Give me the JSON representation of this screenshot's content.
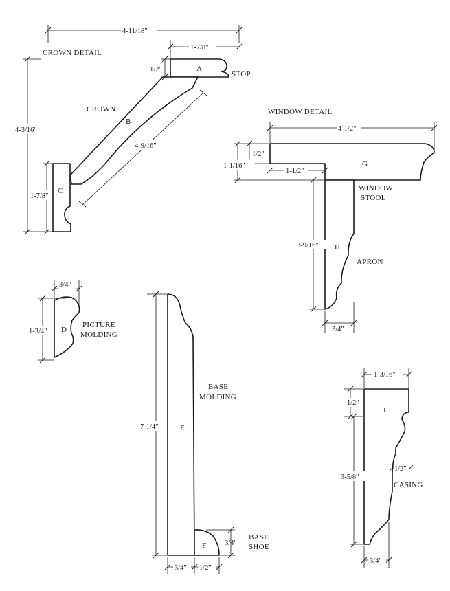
{
  "crown_detail": {
    "title": "CROWN DETAIL",
    "crown_label": "CROWN",
    "stop_label": "STOP",
    "parts": {
      "a": "A",
      "b": "B",
      "c": "C"
    },
    "dims": {
      "overall_width": "4-11/18\"",
      "stop_width": "1-7/8\"",
      "stop_height": "1/2\"",
      "overall_height": "4-3/16\"",
      "crown_length": "4-9/16\"",
      "c_height": "1-7/8\""
    }
  },
  "window_detail": {
    "title": "WINDOW DETAIL",
    "stool_label_1": "WINDOW",
    "stool_label_2": "STOOL",
    "apron_label": "APRON",
    "parts": {
      "g": "G",
      "h": "H"
    },
    "dims": {
      "stool_width": "4-1/2\"",
      "stool_lip": "1/2\"",
      "stool_thickness": "1-1/16\"",
      "stool_horn": "1-1/2\"",
      "apron_height": "3-9/16\"",
      "apron_thickness": "3/4\""
    }
  },
  "picture_molding": {
    "label_1": "PICTURE",
    "label_2": "MOLDING",
    "part": "D",
    "dims": {
      "width": "3/4\"",
      "height": "1-3/4\""
    }
  },
  "base_molding": {
    "label_1": "BASE",
    "label_2": "MOLDING",
    "part": "E",
    "dims": {
      "height": "7-1/4\"",
      "thickness": "3/4\""
    }
  },
  "base_shoe": {
    "label_1": "BASE",
    "label_2": "SHOE",
    "part": "F",
    "dims": {
      "height": "3/4\"",
      "width": "1/2\""
    }
  },
  "casing": {
    "label": "CASING",
    "part": "I",
    "dims": {
      "width": "1-3/16\"",
      "top": "1/2\"",
      "height": "3-5/8\"",
      "edge": "1/2\"",
      "thickness": "3/4\""
    }
  }
}
